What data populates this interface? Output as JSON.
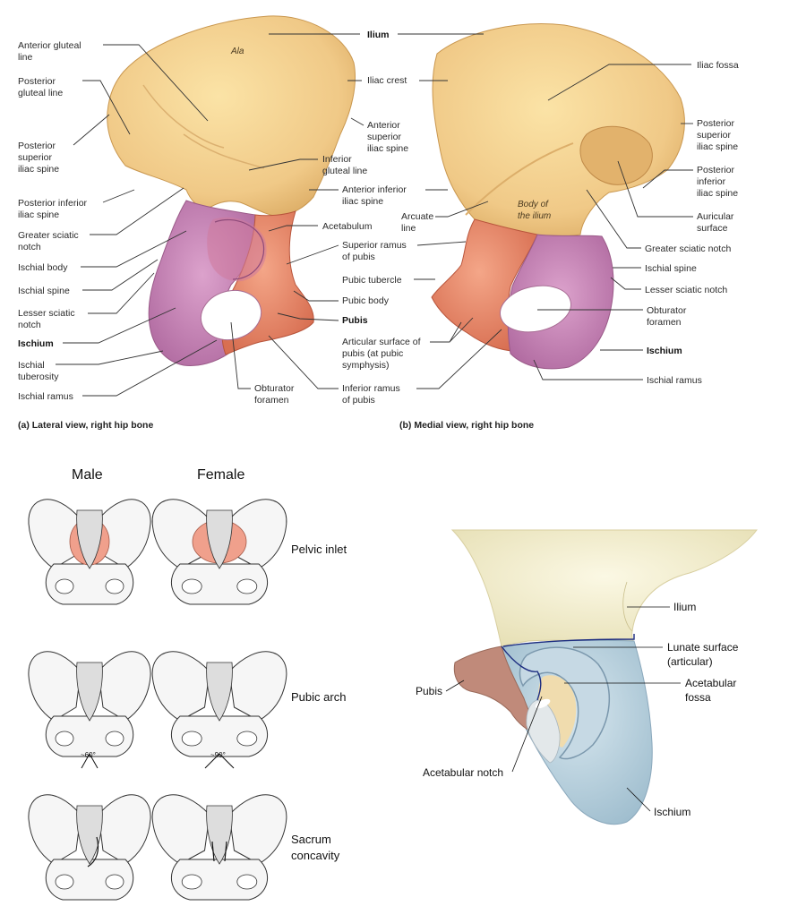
{
  "lateral_view": {
    "caption": "(a) Lateral view, right hip bone",
    "region_text": {
      "ala": "Ala"
    },
    "labels": {
      "anterior_gluteal_line": [
        "Anterior gluteal",
        "line"
      ],
      "posterior_gluteal_line": [
        "Posterior",
        "gluteal line"
      ],
      "posterior_superior_iliac_spine": [
        "Posterior",
        "superior",
        "iliac spine"
      ],
      "posterior_inferior_iliac_spine": [
        "Posterior inferior",
        "iliac spine"
      ],
      "greater_sciatic_notch": [
        "Greater sciatic",
        "notch"
      ],
      "ischial_body": [
        "Ischial body"
      ],
      "ischial_spine": [
        "Ischial spine"
      ],
      "lesser_sciatic_notch": [
        "Lesser sciatic",
        "notch"
      ],
      "ischium": [
        "Ischium"
      ],
      "ischial_tuberosity": [
        "Ischial",
        "tuberosity"
      ],
      "ischial_ramus": [
        "Ischial ramus"
      ],
      "ilium": [
        "Ilium"
      ],
      "iliac_crest": [
        "Iliac crest"
      ],
      "anterior_superior_iliac_spine": [
        "Anterior",
        "superior",
        "iliac spine"
      ],
      "inferior_gluteal_line": [
        "Inferior",
        "gluteal line"
      ],
      "anterior_inferior_iliac_spine": [
        "Anterior inferior",
        "iliac spine"
      ],
      "acetabulum": [
        "Acetabulum"
      ],
      "superior_ramus_of_pubis": [
        "Superior ramus",
        "of pubis"
      ],
      "pubic_tubercle": [
        "Pubic tubercle"
      ],
      "pubic_body": [
        "Pubic body"
      ],
      "pubis": [
        "Pubis"
      ],
      "articular_surface_of_pubis": [
        "Articular surface of",
        "pubis (at pubic",
        "symphysis)"
      ],
      "inferior_ramus_of_pubis": [
        "Inferior ramus",
        "of pubis"
      ],
      "obturator_foramen": [
        "Obturator",
        "foramen"
      ],
      "arcuate_line": [
        "Arcuate",
        "line"
      ]
    }
  },
  "medial_view": {
    "caption": "(b) Medial view, right hip bone",
    "region_text": {
      "body_of_ilium": [
        "Body of",
        "the ilium"
      ]
    },
    "labels": {
      "iliac_fossa": [
        "Iliac fossa"
      ],
      "posterior_superior_iliac_spine": [
        "Posterior",
        "superior",
        "iliac spine"
      ],
      "posterior_inferior_iliac_spine": [
        "Posterior",
        "inferior",
        "iliac spine"
      ],
      "auricular_surface": [
        "Auricular",
        "surface"
      ],
      "greater_sciatic_notch": [
        "Greater sciatic notch"
      ],
      "ischial_spine": [
        "Ischial spine"
      ],
      "lesser_sciatic_notch": [
        "Lesser sciatic notch"
      ],
      "obturator_foramen": [
        "Obturator",
        "foramen"
      ],
      "ischium": [
        "Ischium"
      ],
      "ischial_ramus": [
        "Ischial ramus"
      ]
    }
  },
  "pelvis_comparison": {
    "headers": {
      "male": "Male",
      "female": "Female"
    },
    "rows": [
      {
        "label": [
          "Pelvic inlet"
        ]
      },
      {
        "label": [
          "Pubic arch"
        ],
        "male_angle": "~60°",
        "female_angle": "~90°"
      },
      {
        "label": [
          "Sacrum",
          "concavity"
        ]
      }
    ]
  },
  "acetabulum_view": {
    "labels": {
      "ilium": [
        "Ilium"
      ],
      "lunate_surface": [
        "Lunate surface",
        "(articular)"
      ],
      "acetabular_fossa": [
        "Acetabular",
        "fossa"
      ],
      "pubis": [
        "Pubis"
      ],
      "acetabular_notch": [
        "Acetabular notch"
      ],
      "ischium": [
        "Ischium"
      ]
    }
  },
  "colors": {
    "ilium": "#f0cd86",
    "ischium": "#c985b8",
    "pubis": "#e8876a",
    "pelvic_inlet": "#f0a08c",
    "ilium_pale": "#f4efd2",
    "ischium_blue": "#b8d2e0",
    "pubis_brown": "#c08a7a",
    "outline_blue": "#1c2c80"
  }
}
